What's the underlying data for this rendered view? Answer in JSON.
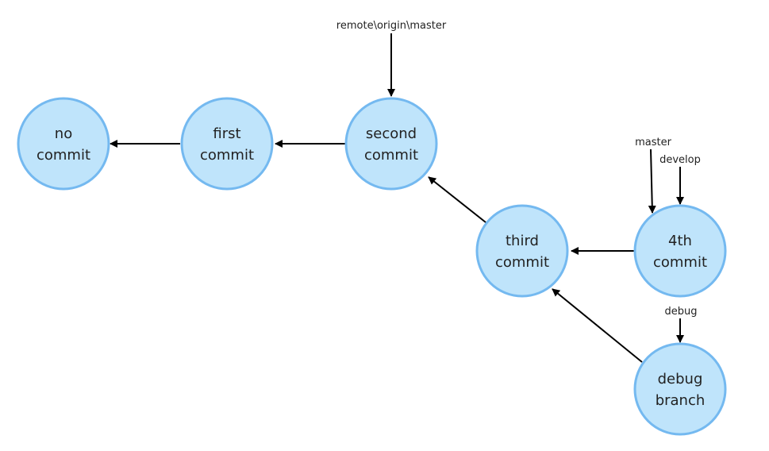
{
  "colors": {
    "node_fill": "#bfe4fb",
    "node_stroke": "#74b9f0",
    "arrow": "#000000",
    "text": "#222222"
  },
  "nodes": [
    {
      "id": "no-commit",
      "line1": "no",
      "line2": "commit"
    },
    {
      "id": "first-commit",
      "line1": "first",
      "line2": "commit"
    },
    {
      "id": "second-commit",
      "line1": "second",
      "line2": "commit"
    },
    {
      "id": "third-commit",
      "line1": "third",
      "line2": "commit"
    },
    {
      "id": "fourth-commit",
      "line1": "4th",
      "line2": "commit"
    },
    {
      "id": "debug-branch",
      "line1": "debug",
      "line2": "branch"
    }
  ],
  "edges": [
    {
      "from": "first-commit",
      "to": "no-commit"
    },
    {
      "from": "second-commit",
      "to": "first-commit"
    },
    {
      "from": "third-commit",
      "to": "second-commit"
    },
    {
      "from": "fourth-commit",
      "to": "third-commit"
    },
    {
      "from": "debug-branch",
      "to": "third-commit"
    }
  ],
  "refs": [
    {
      "id": "remote-origin-master",
      "label": "remote\\origin\\master",
      "target": "second-commit"
    },
    {
      "id": "master",
      "label": "master",
      "target": "fourth-commit"
    },
    {
      "id": "develop",
      "label": "develop",
      "target": "fourth-commit"
    },
    {
      "id": "debug",
      "label": "debug",
      "target": "debug-branch"
    }
  ]
}
